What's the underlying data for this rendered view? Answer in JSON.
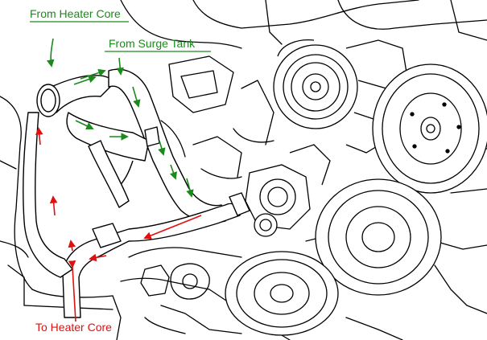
{
  "labels": {
    "from_heater_core": "From Heater Core",
    "from_surge_tank": "From Surge Tank",
    "to_heater_core": "To Heater Core"
  },
  "colors": {
    "green_flow": "#1a8a1a",
    "red_flow": "#e01010",
    "line_art": "#000000",
    "background": "#ffffff"
  }
}
